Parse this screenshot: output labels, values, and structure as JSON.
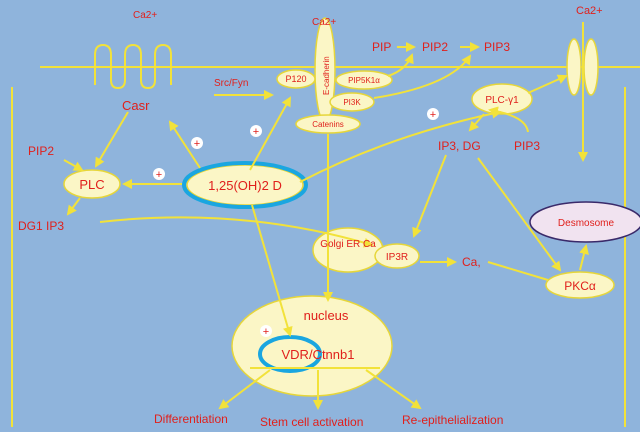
{
  "labels": {
    "ca_top_left": "Ca2+",
    "ca_top_mid": "Ca2+",
    "ca_top_right": "Ca2+",
    "casr": "Casr",
    "src_fyn": "Src/Fyn",
    "p120": "P120",
    "e_cadherin": "E-cadherin",
    "pip5k1a": "PIP5K1α",
    "pi3k": "PI3K",
    "catenins": "Catenins",
    "pip": "PIP",
    "pip2_top": "PIP2",
    "pip3_top": "PIP3",
    "plc_y1": "PLC-γ1",
    "pip2_left": "PIP2",
    "plc": "PLC",
    "vitd": "1,25(OH)2 D",
    "dg_ip3": "DG1 IP3",
    "ip3_dg": "IP3, DG",
    "pip3_right": "PIP3",
    "golgi_er_ca": "Golgi ER Ca",
    "ip3r": "IP3R",
    "ca_mid": "Ca,",
    "desmosome": "Desmosome",
    "pkca": "PKCα",
    "nucleus": "nucleus",
    "vdr": "VDR/Ctnnb1",
    "differentiation": "Differentiation",
    "stem_cell": "Stem cell activation",
    "re_epi": "Re-epithelialization",
    "plus": "+"
  },
  "colors": {
    "background": "#8fb4dc",
    "arrow": "#f2e23a",
    "node_fill": "#fbf6c6",
    "text_red": "#e0201c",
    "highlight": "#1aa6e0"
  }
}
